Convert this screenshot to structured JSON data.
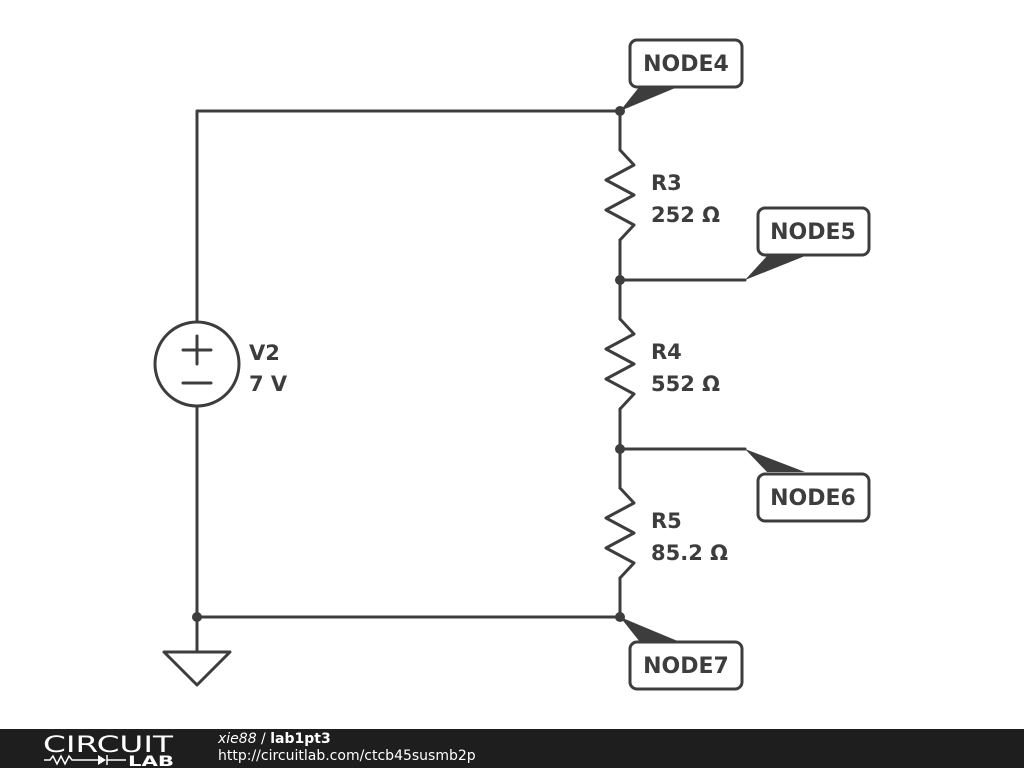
{
  "components": {
    "v2": {
      "name": "V2",
      "value": "7 V"
    },
    "r3": {
      "name": "R3",
      "value": "252 Ω"
    },
    "r4": {
      "name": "R4",
      "value": "552 Ω"
    },
    "r5": {
      "name": "R5",
      "value": "85.2 Ω"
    }
  },
  "nodes": {
    "node4": "NODE4",
    "node5": "NODE5",
    "node6": "NODE6",
    "node7": "NODE7"
  },
  "colors": {
    "wire": "#3d3d3d",
    "footer_bg": "#1e1e1e",
    "footer_text": "#ffffff"
  },
  "footer": {
    "logo_top": "CIRCUIT",
    "logo_bottom": "LAB",
    "user": "xie88",
    "separator": " / ",
    "title": "lab1pt3",
    "url": "http://circuitlab.com/ctcb45susmb2p"
  }
}
